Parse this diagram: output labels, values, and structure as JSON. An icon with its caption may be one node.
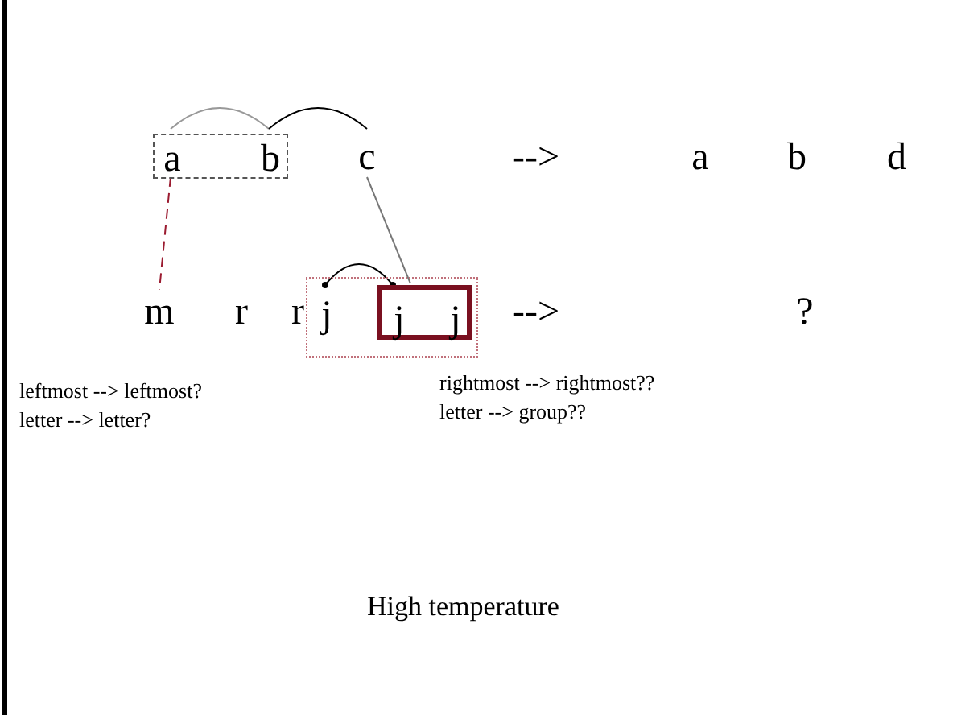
{
  "diagram": {
    "nodes": [
      {
        "text": [],
        "shape": "box"
      },
      {
        "text": [
          "a"
        ],
        "in": 0
      },
      {
        "text": [
          "b"
        ],
        "in": 0
      },
      {
        "text": [
          "c"
        ]
      },
      {
        "text": [
          "a"
        ]
      },
      {
        "text": [
          "b"
        ]
      },
      {
        "text": [
          "d"
        ]
      },
      {
        "text": [],
        "shape": "box"
      },
      {
        "text": [
          "m"
        ]
      },
      {
        "text": [
          "r"
        ]
      },
      {
        "text": [
          "r"
        ]
      },
      {
        "text": [
          "j"
        ],
        "in": 7
      },
      {
        "text": [],
        "shape": "box",
        "in": 7
      },
      {
        "text": [
          "j"
        ],
        "in": 12
      },
      {
        "text": [
          "j"
        ],
        "in": 12
      },
      {
        "text": [
          "?"
        ]
      }
    ],
    "edges": [
      {
        "from": 1,
        "to": 2,
        "arrow": "none",
        "color": "#999999"
      },
      {
        "from": 2,
        "to": 3,
        "arrow": "none"
      },
      {
        "from": 11,
        "to": 13,
        "arrow": "other"
      },
      {
        "from": 1,
        "to": 8,
        "arrow": "none",
        "style": "dashed",
        "color": "#9b1b30"
      },
      {
        "from": 3,
        "to": 12,
        "arrow": "none",
        "color": "#777777"
      }
    ],
    "labels": [
      "-->",
      "-->",
      "leftmost --> leftmost?",
      "letter --> letter?",
      "rightmost --> rightmost??",
      "letter --> group??",
      "High temperature"
    ]
  }
}
